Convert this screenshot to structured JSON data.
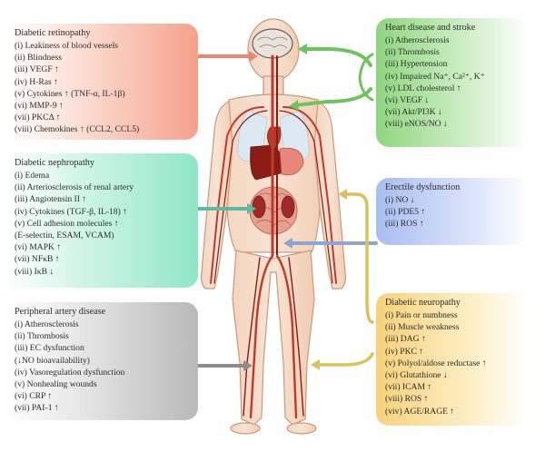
{
  "panels": {
    "retinopathy": {
      "title": "Diabetic retinopathy",
      "items": [
        "(i) Leakiness of blood vessels",
        "(ii) Blindness",
        "(iii) VEGF ↑",
        "(iv) H-Ras ↑",
        "(v) Cytokines ↑ (TNF-α, IL-1β)",
        "(vi) MMP-9 ↑",
        "(vii) PKCΔ ↑",
        "(viii) Chemokines ↑ (CCL2, CCL5)"
      ],
      "color": "#f5a18c"
    },
    "nephropathy": {
      "title": "Diabetic nephropathy",
      "items": [
        "(i) Edema",
        "(ii) Arteriosclerosis of renal artery",
        "(iii) Angiotensin II ↑",
        "(iv) Cytokines (TGF-β, IL-18) ↑",
        "(v) Cell adhesion molecules ↑",
        "(E-selectin, ESAM, VCAM)",
        "(vi) MAPK ↑",
        "(vii) NFκB ↑",
        "(viii) IκB ↓"
      ],
      "color": "#8fe6c6"
    },
    "peripheral": {
      "title": "Peripheral artery disease",
      "items": [
        "(i) Atherosclerosis",
        "(ii) Thrombosis",
        "(iii) EC dysfunction",
        "(↓NO bioavailability)",
        "(iv) Vasoregulation dysfunction",
        "(v) Nonhealing wounds",
        "(vi) CRP ↑",
        "(vii) PAI-1 ↑"
      ],
      "color": "#b9b9b9"
    },
    "heart": {
      "title": "Heart disease and stroke",
      "items": [
        "(i) Atherosclerosis",
        "(ii) Thrombosis",
        "(iii) Hypertension",
        "(iv) Impaired Na⁺, Ca²⁺, K⁺",
        "(v) LDL cholesterol ↑",
        "(vi) VEGF ↓",
        "(vii) Akt/PI3K ↓",
        "(viii) eNOS/NO ↓"
      ],
      "color": "#8fd67e"
    },
    "erectile": {
      "title": "Erectile dysfunction",
      "items": [
        "(i) NO ↓",
        "(ii) PDE5 ↑",
        "(iii) ROS ↑"
      ],
      "color": "#a8bdf0"
    },
    "neuropathy": {
      "title": "Diabetic neuropathy",
      "items": [
        "(i) Pain or numbness",
        "(ii) Muscle weakness",
        "(iii) DAG ↑",
        "(iv) PKC ↑",
        "(v) Polyol/aldose reductase ↑",
        "(vi) Glutathione ↓",
        "(vii) ICAM ↑",
        "(viii) ROS ↑",
        "(viv) AGE/RAGE ↑"
      ],
      "color": "#f6d27a"
    }
  }
}
